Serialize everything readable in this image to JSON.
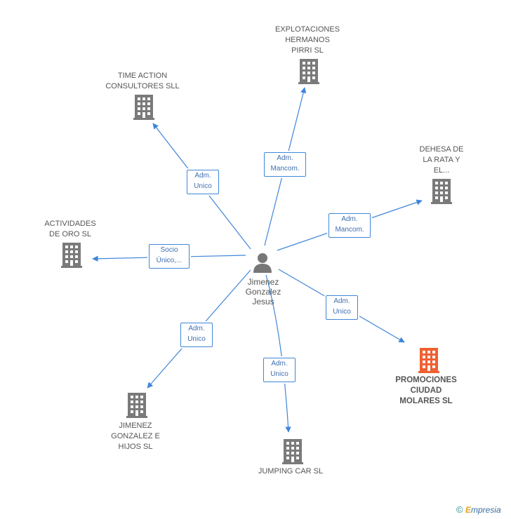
{
  "colors": {
    "edge": "#3f86d9",
    "building": "#7a7a7a",
    "focus_building": "#f06030",
    "person": "#777777"
  },
  "person": {
    "name_line1": "Jimenez",
    "name_line2": "Gonzalez",
    "name_line3": "Jesus",
    "icon": "person-icon"
  },
  "companies": {
    "explotaciones": {
      "lines": [
        "EXPLOTACIONES",
        "HERMANOS",
        "PIRRI SL"
      ],
      "role": [
        "Adm.",
        "Mancom."
      ]
    },
    "time_action": {
      "lines": [
        "TIME ACTION",
        "CONSULTORES SLL"
      ],
      "role": [
        "Adm.",
        "Unico"
      ]
    },
    "dehesa": {
      "lines": [
        "DEHESA DE",
        "LA RATA Y",
        "EL..."
      ],
      "role": [
        "Adm.",
        "Mancom."
      ]
    },
    "actividades": {
      "lines": [
        "ACTIVIDADES",
        "DE ORO SL"
      ],
      "role": [
        "Socio",
        "Único,..."
      ]
    },
    "promociones": {
      "lines": [
        "PROMOCIONES",
        "CIUDAD",
        "MOLARES SL"
      ],
      "role": [
        "Adm.",
        "Unico"
      ]
    },
    "jimenez_hijos": {
      "lines": [
        "JIMENEZ",
        "GONZALEZ E",
        "HIJOS SL"
      ],
      "role": [
        "Adm.",
        "Unico"
      ]
    },
    "jumping": {
      "lines": [
        "JUMPING CAR SL"
      ],
      "role": [
        "Adm.",
        "Unico"
      ]
    }
  },
  "footer": {
    "copyright": "©",
    "brand_initial": "E",
    "brand_rest": "mpresia"
  }
}
